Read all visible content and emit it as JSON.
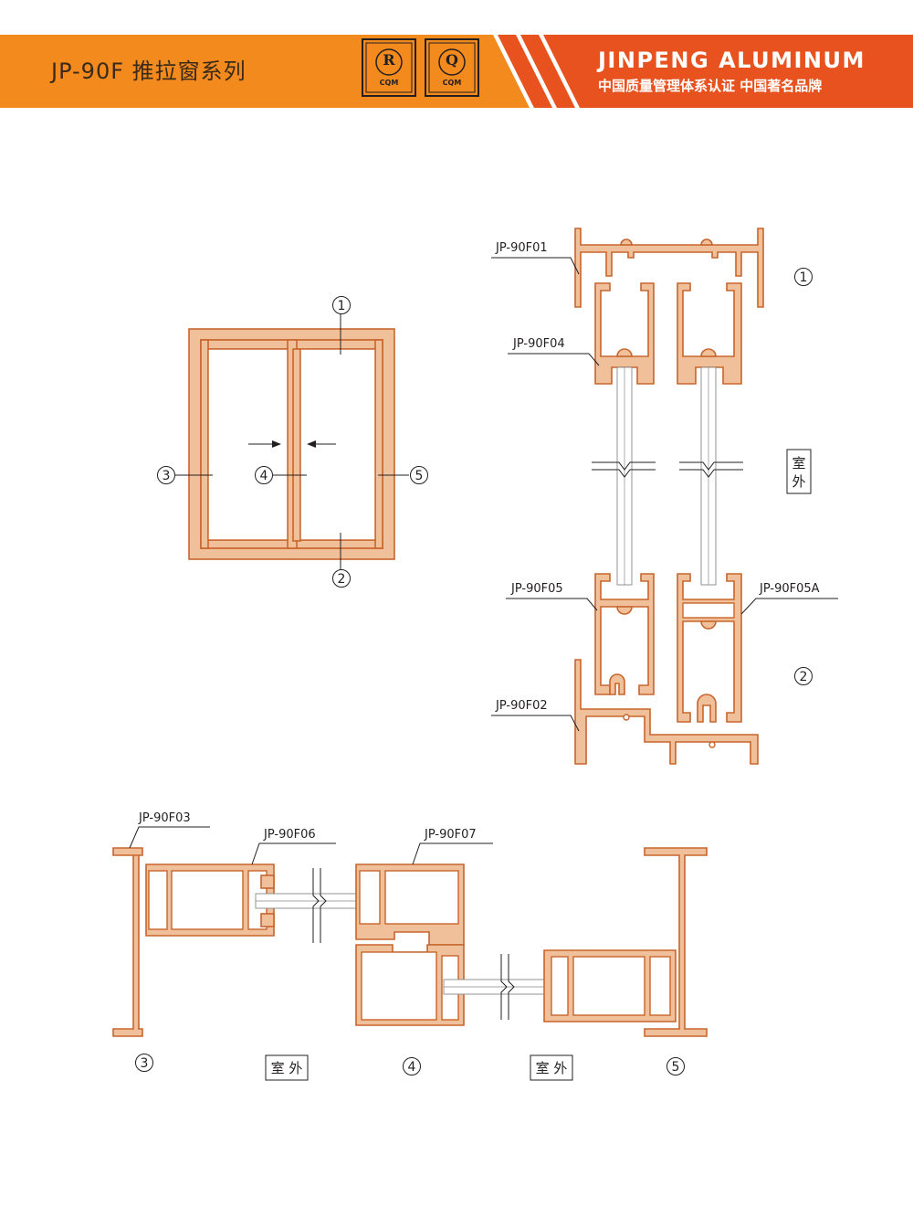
{
  "header": {
    "series_title": "JP-90F 推拉窗系列",
    "cert_badges": [
      {
        "letter": "R",
        "text": "CQM"
      },
      {
        "letter": "Q",
        "text": "CQM"
      }
    ],
    "brand_name": "JINPENG ALUMINUM",
    "brand_slogan": "中国质量管理体系认证 中国著名品牌",
    "colors": {
      "orange": "#f28a1e",
      "red_orange": "#e8521f",
      "profile_fill": "#f0c09a",
      "profile_stroke": "#c8652c"
    }
  },
  "elevation": {
    "markers": [
      "1",
      "2",
      "3",
      "4",
      "5"
    ]
  },
  "vertical_section": {
    "part_labels": [
      "JP-90F01",
      "JP-90F04",
      "JP-90F05",
      "JP-90F05A",
      "JP-90F02"
    ],
    "markers": [
      "1",
      "2"
    ],
    "outside_label": [
      "室",
      "外"
    ]
  },
  "horizontal_section": {
    "part_labels": [
      "JP-90F03",
      "JP-90F06",
      "JP-90F07"
    ],
    "markers": [
      "3",
      "4",
      "5"
    ],
    "outside_label": "室 外"
  }
}
